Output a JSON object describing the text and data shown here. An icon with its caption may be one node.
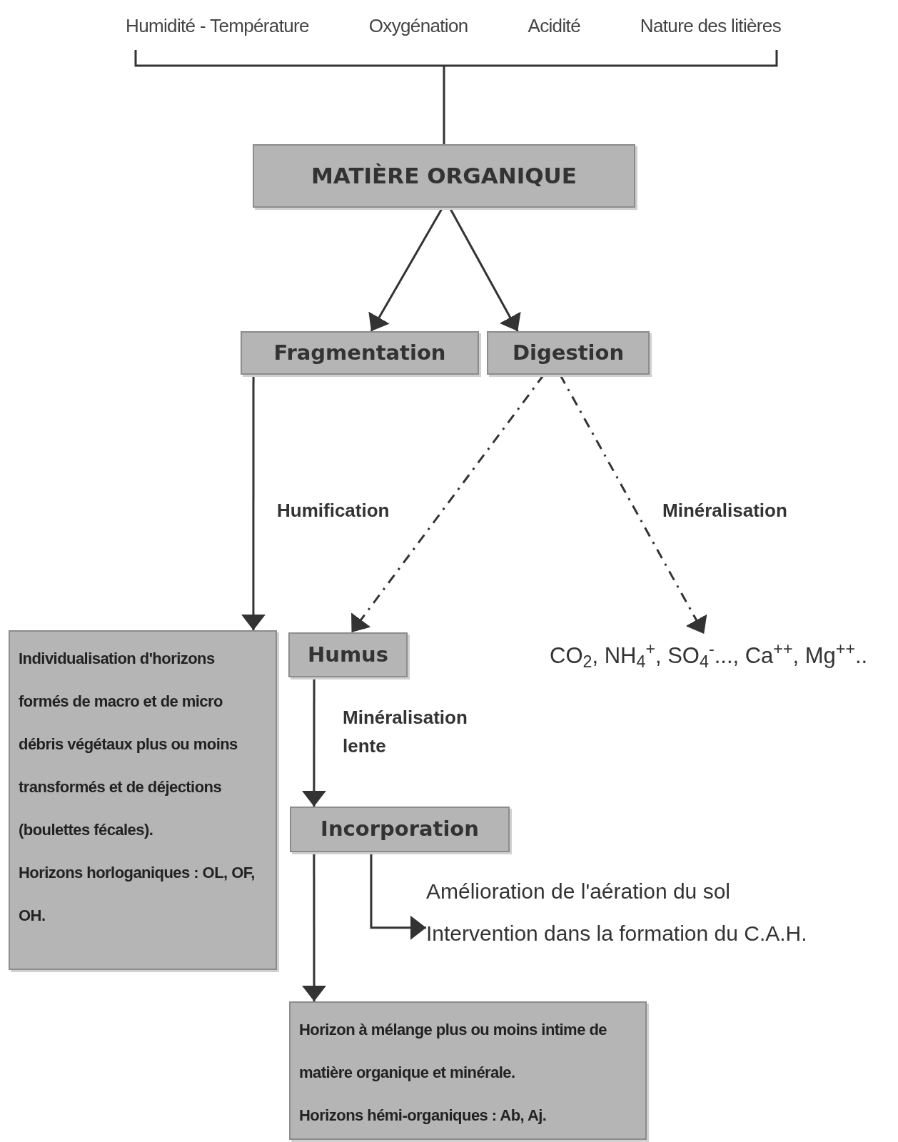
{
  "diagram": {
    "nodes": [
      {
        "text": [
          "Humidité - Température",
          "Oxygénation",
          "Acidité",
          "Nature des litières"
        ]
      },
      {
        "text": [
          "MATIÈRE ORGANIQUE"
        ]
      },
      {
        "text": [
          "Fragmentation"
        ]
      },
      {
        "text": [
          "Digestion"
        ]
      },
      {
        "text": [
          "Individualisation d'horizons formés de macro et de micro débris végétaux plus ou moins transformés et de déjections (boulettes fécales).",
          "Horizons horloganiques : OL, OF, OH."
        ]
      },
      {
        "text": [
          "Humus"
        ]
      },
      {
        "text": [
          "CO$_{2}$, NH$_{4}$$^{+}$, SO$_{4}$$^{-}$..., Ca$^{++}$, Mg$^{++}$.."
        ]
      },
      {
        "text": [
          "Incorporation"
        ]
      },
      {
        "text": [
          "Amélioration de l'aération du sol",
          "Intervention dans la formation du C.A.H."
        ]
      },
      {
        "text": [
          "Horizon à mélange plus ou moins intime de matière organique et minérale.",
          "Horizons hémi-organiques : Ab, Aj."
        ]
      }
    ],
    "edges": [
      {
        "from": 0,
        "to": 1,
        "arrow": "none"
      },
      {
        "from": 1,
        "to": 2,
        "arrow": "to"
      },
      {
        "from": 1,
        "to": 3,
        "arrow": "to"
      },
      {
        "from": 2,
        "to": 4,
        "arrow": "to"
      },
      {
        "from": 3,
        "to": 5,
        "arrow": "to",
        "label": "Humification",
        "style": "dashed"
      },
      {
        "from": 3,
        "to": 6,
        "arrow": "to",
        "label": "Minéralisation",
        "style": "dashed"
      },
      {
        "from": 5,
        "to": 7,
        "arrow": "to",
        "label": "Minéralisation lente"
      },
      {
        "from": 7,
        "to": 8,
        "arrow": "to"
      },
      {
        "from": 7,
        "to": 9,
        "arrow": "to"
      }
    ]
  }
}
